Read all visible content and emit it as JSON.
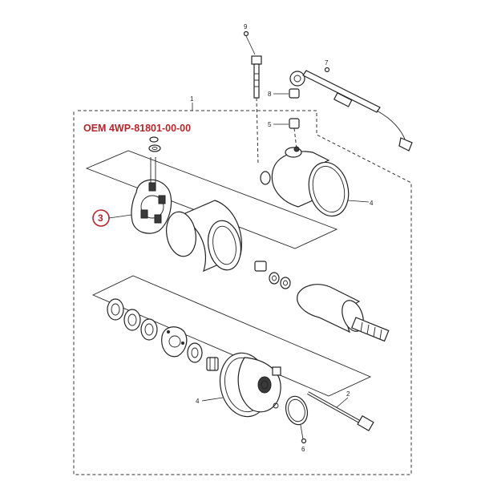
{
  "oem_label": "OEM 4WP-81801-00-00",
  "highlight_callout": "3",
  "callouts": {
    "c1": "1",
    "c2": "2",
    "c4a": "4",
    "c4b": "4",
    "c5": "5",
    "c6": "6",
    "c7": "7",
    "c8": "8",
    "c9": "9"
  },
  "colors": {
    "accent": "#b4262c",
    "line": "#222222"
  }
}
